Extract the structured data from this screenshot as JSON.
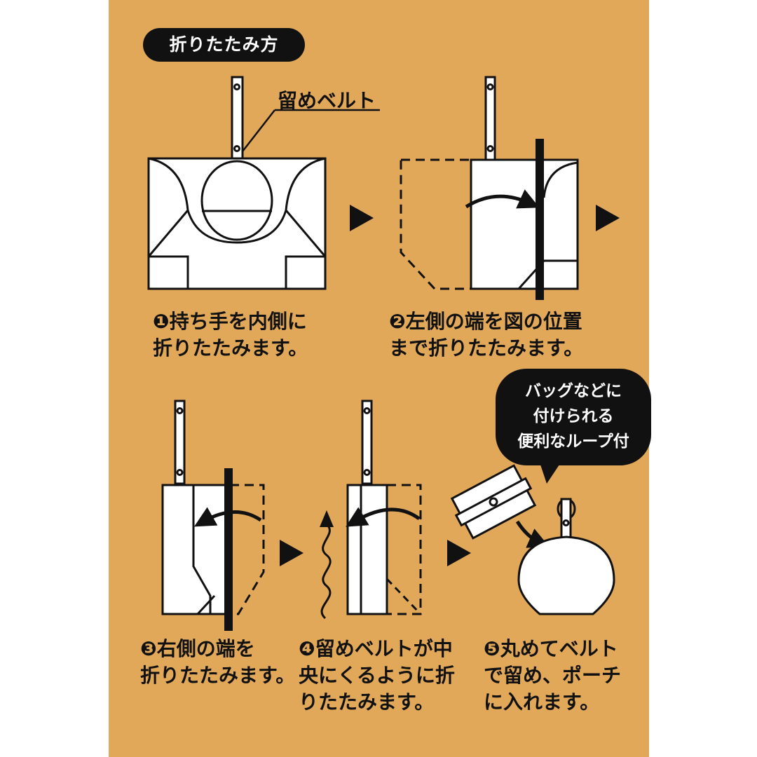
{
  "title": "折りたたみ方",
  "belt_label": "留めベルト",
  "callout": [
    "バッグなどに",
    "付けられる",
    "便利なループ付"
  ],
  "steps": [
    {
      "marker": "❶",
      "lines": [
        "持ち手を内側に",
        "折りたたみます。"
      ]
    },
    {
      "marker": "❷",
      "lines": [
        "左側の端を図の位置",
        "まで折りたたみます。"
      ]
    },
    {
      "marker": "❸",
      "lines": [
        "右側の端を",
        "折りたたみます。"
      ]
    },
    {
      "marker": "❹",
      "lines": [
        "留めベルトが中",
        "央にくるように折",
        "りたたみます。"
      ]
    },
    {
      "marker": "❺",
      "lines": [
        "丸めてベルト",
        "で留め、ポーチ",
        "に入れます。"
      ]
    }
  ],
  "colors": {
    "background": "#E2A85A",
    "ink": "#111111",
    "paper": "#FFFFFF"
  }
}
